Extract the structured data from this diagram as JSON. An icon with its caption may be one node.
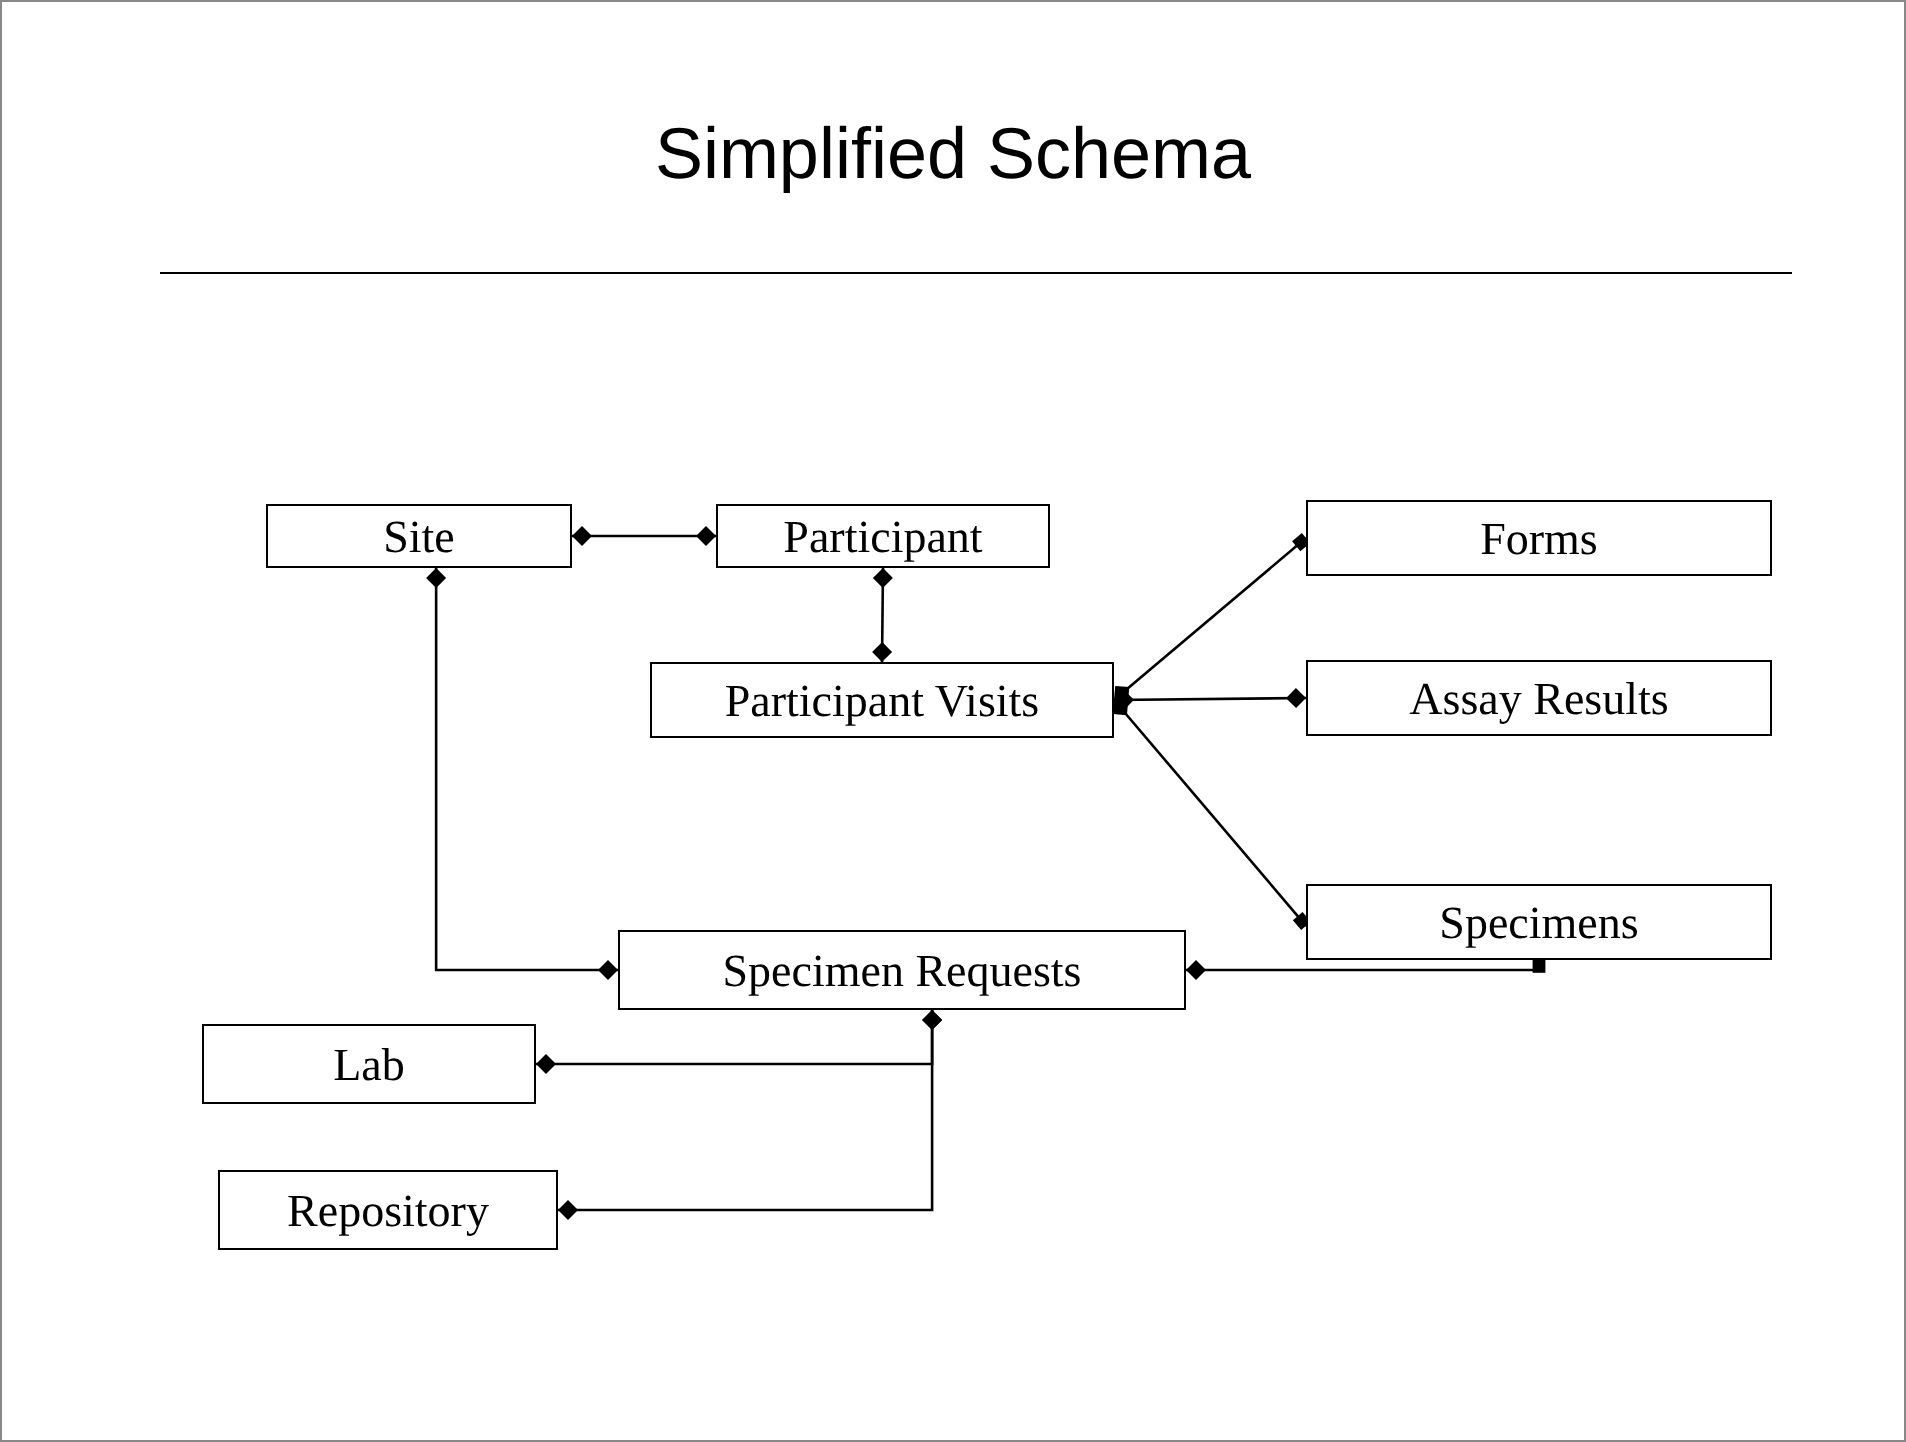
{
  "diagram": {
    "title": "Simplified Schema",
    "nodes": [
      {
        "text": [
          "Site"
        ]
      },
      {
        "text": [
          "Participant"
        ]
      },
      {
        "text": [
          "Participant Visits"
        ]
      },
      {
        "text": [
          "Forms"
        ]
      },
      {
        "text": [
          "Assay Results"
        ]
      },
      {
        "text": [
          "Specimens"
        ]
      },
      {
        "text": [
          "Specimen Requests"
        ]
      },
      {
        "text": [
          "Lab"
        ]
      },
      {
        "text": [
          "Repository"
        ]
      }
    ],
    "edges": [
      {
        "from": 0,
        "to": 1,
        "arrow": "other"
      },
      {
        "from": 1,
        "to": 2,
        "arrow": "other"
      },
      {
        "from": 2,
        "to": 3,
        "arrow": "other"
      },
      {
        "from": 2,
        "to": 4,
        "arrow": "other"
      },
      {
        "from": 2,
        "to": 5,
        "arrow": "other"
      },
      {
        "from": 0,
        "to": 6,
        "arrow": "other"
      },
      {
        "from": 6,
        "to": 5,
        "arrow": "other"
      },
      {
        "from": 6,
        "to": 7,
        "arrow": "other"
      },
      {
        "from": 6,
        "to": 8,
        "arrow": "other"
      }
    ]
  }
}
